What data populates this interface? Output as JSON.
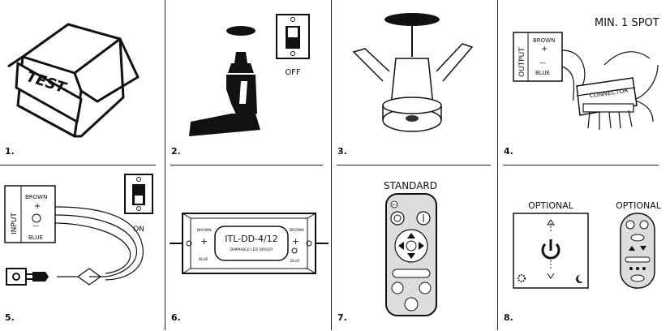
{
  "steps": [
    {
      "num": "1.",
      "box_label": "TEST"
    },
    {
      "num": "2.",
      "switch_label": "OFF"
    },
    {
      "num": "3."
    },
    {
      "num": "4.",
      "title": "MIN. 1 SPOT",
      "output_label": "OUTPUT",
      "brown": "BROWN",
      "plus": "+",
      "minus": "—",
      "blue": "BLUE",
      "connector": "CONNECTOR"
    },
    {
      "num": "5.",
      "input_label": "INPUT",
      "brown": "BROWN",
      "plus": "+",
      "minus": "—",
      "blue": "BLUE",
      "switch_label": "ON"
    },
    {
      "num": "6.",
      "model": "ITL-DD-4/12",
      "subtitle": "DIMMABLE LED DRIVER",
      "brown": "BROWN",
      "plus": "+",
      "blue": "BLUE"
    },
    {
      "num": "7.",
      "title": "STANDARD",
      "set": "SET"
    },
    {
      "num": "8.",
      "title_left": "OPTIONAL",
      "title_right": "OPTIONAL"
    }
  ]
}
